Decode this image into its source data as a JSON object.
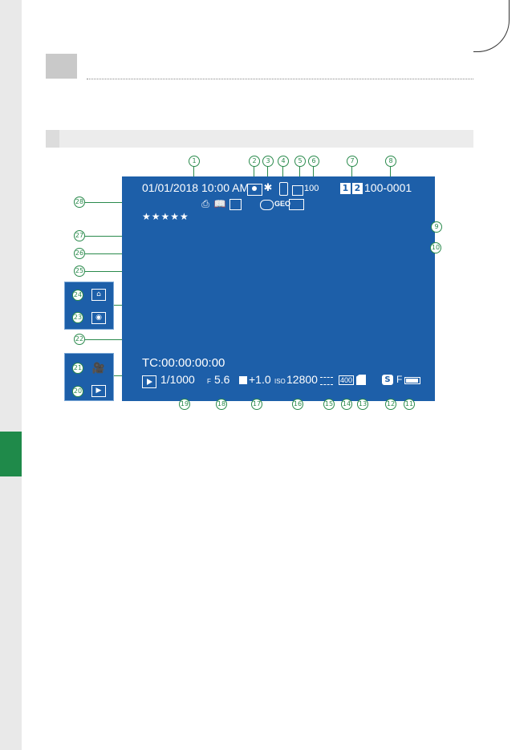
{
  "screen": {
    "date_time": "01/01/2018 10:00 AM",
    "rating_stars": "★★★★★",
    "frame_count": "100",
    "file_number": "100-0001",
    "slot_1": "1",
    "slot_2": "2",
    "geo": "GEO",
    "timecode": "TC:00:00:00:00",
    "shutter": "1/1000",
    "aperture_label": "F",
    "aperture_value": "5.6",
    "exposure_comp": "+1.0",
    "iso_label": "ISO",
    "iso_value": "12800",
    "film_iso": "400",
    "quality": "F"
  },
  "callouts": [
    "1",
    "2",
    "3",
    "4",
    "5",
    "6",
    "7",
    "8",
    "9",
    "10",
    "11",
    "12",
    "13",
    "14",
    "15",
    "16",
    "17",
    "18",
    "19",
    "20",
    "21",
    "22",
    "23",
    "24",
    "25",
    "26",
    "27",
    "28"
  ],
  "colors": {
    "screen_bg": "#1d5fa9",
    "callout_green": "#2a8a4c",
    "side_tab": "#1f8a4a"
  }
}
